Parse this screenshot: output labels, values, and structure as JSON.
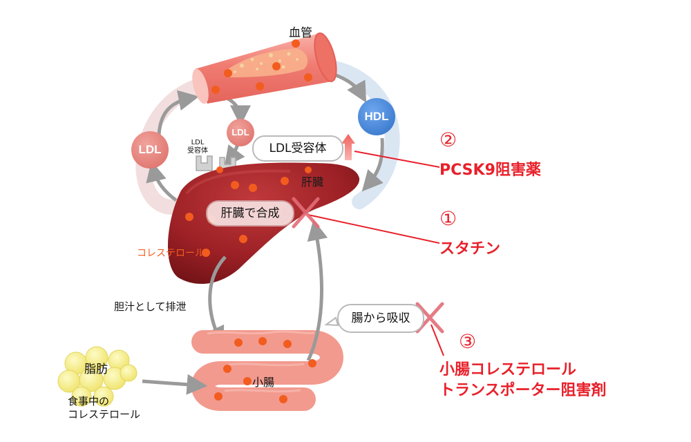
{
  "labels": {
    "blood_vessel": "血管",
    "hdl": "HDL",
    "ldl_left": "LDL",
    "ldl_right": "LDL",
    "ldl_receptor_small": "LDL\n受容体",
    "ldl_receptor": "LDL受容体",
    "liver": "肝臓",
    "liver_synthesis": "肝臓で合成",
    "cholesterol": "コレステロール",
    "bile_excretion": "胆汁として排泄",
    "intestinal_absorption": "腸から吸収",
    "small_intestine": "小腸",
    "fat": "脂肪",
    "dietary_cholesterol": "食事中の\nコレステロール"
  },
  "drugs": [
    {
      "number": "②",
      "name": "PCSK9阻害薬"
    },
    {
      "number": "①",
      "name": "スタチン"
    },
    {
      "number": "③",
      "name": "小腸コレステロール\nトランスポーター阻害剤"
    }
  ],
  "colors": {
    "vessel": "#f07c72",
    "liver": "#9b2025",
    "hdl": "#3a7fd5",
    "ldl": "#e8817b",
    "intestine": "#f29a8e",
    "fat": "#f7f08a",
    "dot": "#f25c1f",
    "accent_red": "#e8202a",
    "arrow_gray": "#9a9a9a"
  }
}
